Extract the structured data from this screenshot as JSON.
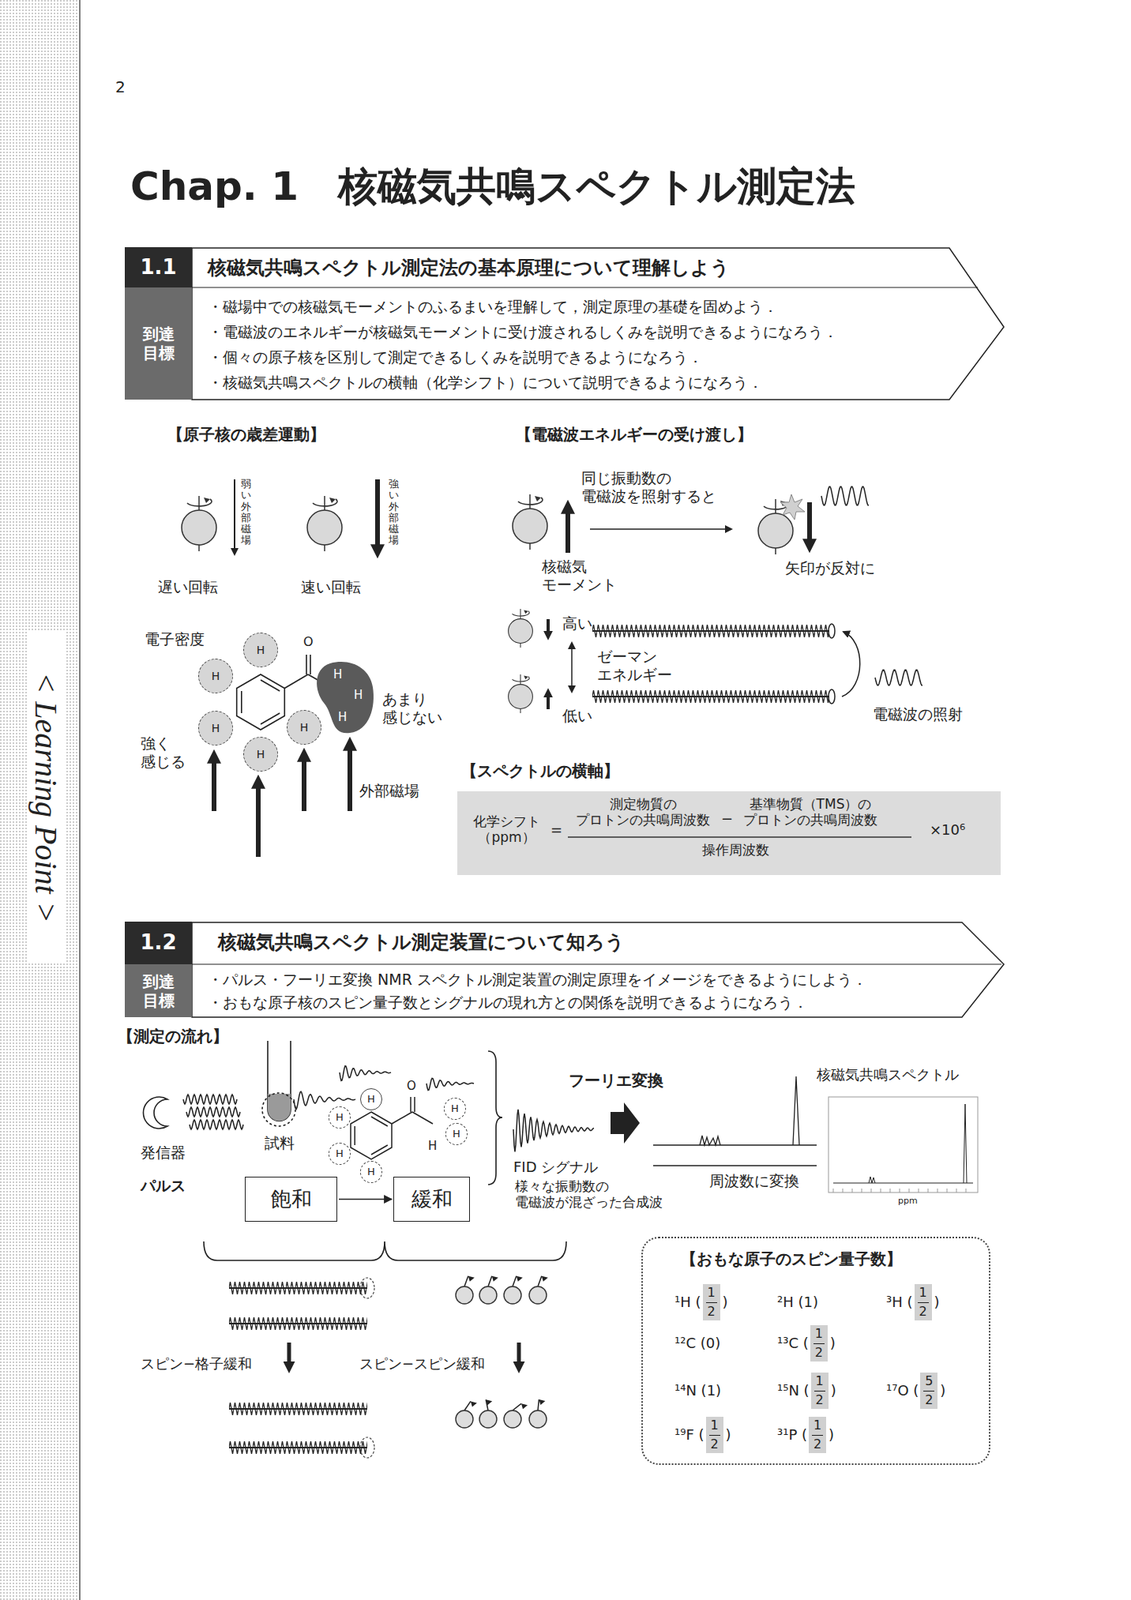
{
  "diagram": {
    "title": "Chap. 1　核磁気共鳴スペクトル測定法",
    "nodes": [
      {
        "text": [
          "核磁気共鳴スペクトル測定法の基本原理について理解しよう",
          "・磁場中での核磁気モーメントのふるまいを理解して，測定原理の基礎を固めよう．",
          "・電磁波のエネルギーが核磁気モーメントに受け渡されるしくみを説明できるようになろう．",
          "・個々の原子核を区別して測定できるしくみを説明できるようになろう．",
          "・核磁気共鳴スペクトルの横軸（化学シフト）について説明できるようになろう．"
        ]
      },
      {
        "text": [
          "1.1"
        ],
        "in": 0
      },
      {
        "text": [
          "到達 目標"
        ],
        "in": 0
      },
      {
        "text": [
          "H"
        ]
      },
      {
        "text": [
          "H"
        ]
      },
      {
        "text": [
          "H"
        ]
      },
      {
        "text": [
          "H"
        ]
      },
      {
        "text": [
          "H"
        ]
      },
      {
        "text": [
          "H",
          "H",
          "H"
        ]
      },
      {
        "text": [
          "化学シフト （ppm）",
          "=",
          "測定物質の プロトンの共鳴周波数",
          "−",
          "基準物質（TMS）の プロトンの共鳴周波数",
          "操作周波数",
          "×10⁶"
        ]
      },
      {
        "text": [
          "核磁気共鳴スペクトル測定装置について知ろう",
          "・パルス・フーリエ変換 NMR スペクトル測定装置の測定原理をイメージをできるようにしよう．",
          "・おもな原子核のスピン量子数とシグナルの現れ方との関係を説明できるようになろう．"
        ]
      },
      {
        "text": [
          "1.2"
        ],
        "in": 10
      },
      {
        "text": [
          "到達 目標"
        ],
        "in": 10
      },
      {
        "text": [
          "H"
        ]
      },
      {
        "text": [
          "H"
        ]
      },
      {
        "text": [
          "H"
        ]
      },
      {
        "text": [
          "H"
        ]
      },
      {
        "text": [
          "H"
        ]
      },
      {
        "text": [
          "H"
        ]
      },
      {
        "text": [
          "飽和"
        ]
      },
      {
        "text": [
          "緩和"
        ]
      },
      {
        "text": [
          "【おもな原子のスピン量子数】",
          "¹H (",
          "1",
          "2",
          ")",
          "²H (1)",
          "³H (",
          "1",
          "2",
          ")",
          "¹²C (0)",
          "¹³C (",
          "1",
          "2",
          ")",
          "¹⁴N (1)",
          "¹⁵N (",
          "1",
          "2",
          ")",
          "¹⁷O (",
          "5",
          "2",
          ")",
          "¹⁹F (",
          "1",
          "2",
          ")",
          "³¹P (",
          "1",
          "2",
          ")"
        ]
      }
    ],
    "edges": [
      {
        "from": 19,
        "to": 20,
        "arrow": "to"
      }
    ],
    "labels": [
      "2",
      "< Learning Point >",
      "【原子核の歳差運動】",
      "弱い外部磁場",
      "強い外部磁場",
      "遅い回転",
      "速い回転",
      "電子密度",
      "O",
      "あまり 感じない",
      "強く 感じる",
      "外部磁場",
      "【電磁波エネルギーの受け渡し】",
      "同じ振動数の 電磁波を照射すると",
      "核磁気 モーメント",
      "矢印が反対に",
      "高い",
      "ゼーマン エネルギー",
      "低い",
      "電磁波の照射",
      "【スペクトルの横軸】",
      "【測定の流れ】",
      "発信器",
      "パルス",
      "試料",
      "O",
      "H",
      "フーリエ変換",
      "FID シグナル",
      "様々な振動数の 電磁波が混ざった合成波",
      "周波数に変換",
      "核磁気共鳴スペクトル",
      "ppm",
      "スピン−格子緩和",
      "スピン−スピン緩和"
    ]
  }
}
